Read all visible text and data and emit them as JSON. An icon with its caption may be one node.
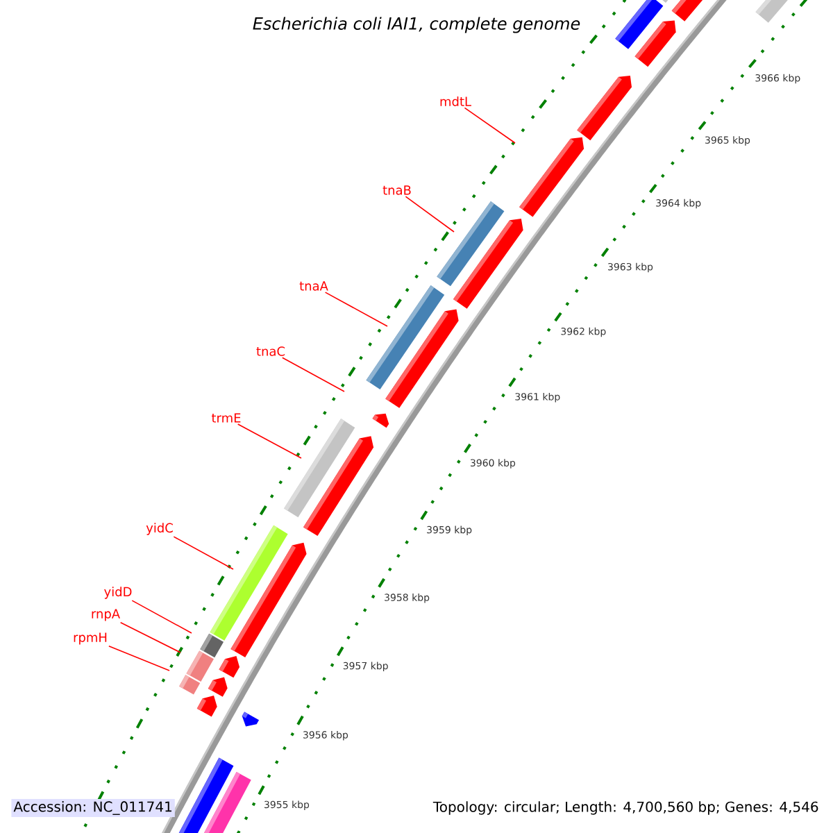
{
  "diagram": {
    "title": "Escherichia coli IAI1, complete genome",
    "nodes": [
      {
        "text": [
          "mdtL"
        ]
      },
      {
        "text": [
          "tnaB"
        ]
      },
      {
        "text": [
          "tnaA"
        ]
      },
      {
        "text": [
          "tnaC"
        ]
      },
      {
        "text": [
          "trmE"
        ]
      },
      {
        "text": [
          "yidC"
        ]
      },
      {
        "text": [
          "yidD"
        ]
      },
      {
        "text": [
          "rnpA"
        ]
      },
      {
        "text": [
          "rpmH"
        ]
      }
    ],
    "edges": [
      {
        "from": 0,
        "to": null,
        "arrow": "none"
      },
      {
        "from": 1,
        "to": null,
        "arrow": "none"
      },
      {
        "from": 2,
        "to": null,
        "arrow": "none"
      },
      {
        "from": 3,
        "to": null,
        "arrow": "none"
      },
      {
        "from": 4,
        "to": null,
        "arrow": "none"
      },
      {
        "from": 5,
        "to": null,
        "arrow": "none"
      },
      {
        "from": 6,
        "to": null,
        "arrow": "none"
      },
      {
        "from": 7,
        "to": null,
        "arrow": "none"
      },
      {
        "from": 8,
        "to": null,
        "arrow": "none"
      }
    ],
    "labels": [
      "3966 kbp",
      "3965 kbp",
      "3964 kbp",
      "3963 kbp",
      "3962 kbp",
      "3961 kbp",
      "3960 kbp",
      "3959 kbp",
      "3958 kbp",
      "3957 kbp",
      "3956 kbp",
      "3955 kbp",
      "Accession: NC_011741",
      "Topology: circular; Length: 4,700,560 bp; Genes: 4,546"
    ]
  }
}
